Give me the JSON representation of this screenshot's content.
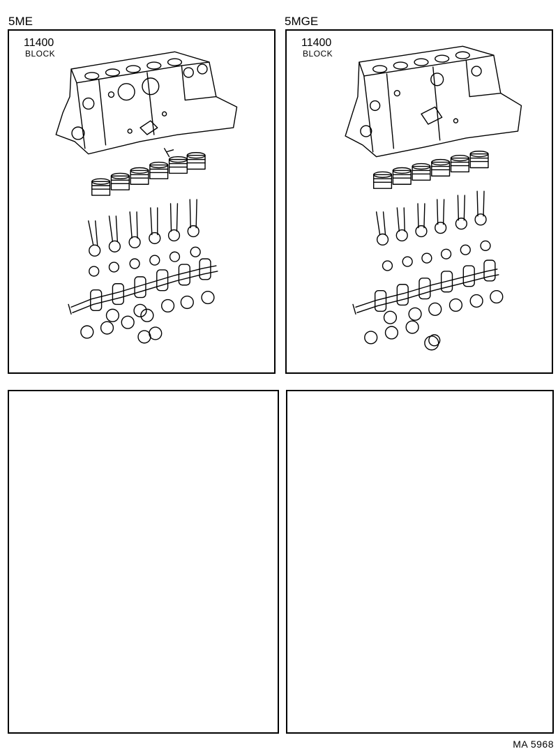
{
  "variants": [
    {
      "label": "5ME",
      "part_number": "11400",
      "part_name": "BLOCK"
    },
    {
      "label": "5MGE",
      "part_number": "11400",
      "part_name": "BLOCK"
    }
  ],
  "page_reference": "MA 5968",
  "colors": {
    "line": "#000000",
    "background": "#ffffff"
  }
}
